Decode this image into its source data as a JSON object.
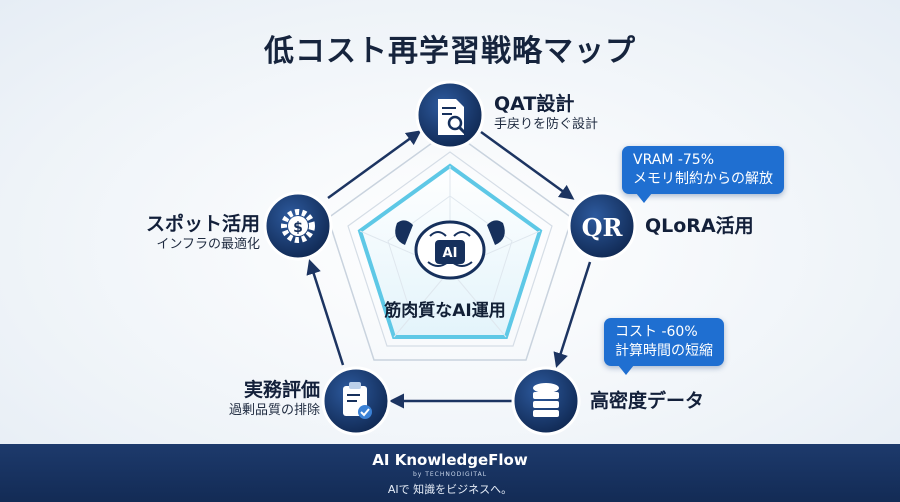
{
  "title": "低コスト再学習戦略マップ",
  "center": {
    "icon_text": "AI",
    "label": "筋肉質なAI運用"
  },
  "nodes": [
    {
      "id": "qat",
      "name": "QAT設計",
      "sub": "手戻りを防ぐ設計",
      "icon": "document-search-icon"
    },
    {
      "id": "qlora",
      "name": "QLoRA活用",
      "sub": "",
      "icon_text": "QR",
      "icon": "qr-letters-icon"
    },
    {
      "id": "data",
      "name": "高密度データ",
      "sub": "",
      "icon": "database-icon"
    },
    {
      "id": "eval",
      "name": "実務評価",
      "sub": "過剰品質の排除",
      "icon": "clipboard-check-icon"
    },
    {
      "id": "spot",
      "name": "スポット活用",
      "sub": "インフラの最適化",
      "icon": "dollar-gear-icon"
    }
  ],
  "callouts": [
    {
      "line1": "VRAM -75%",
      "line2": "メモリ制約からの解放"
    },
    {
      "line1": "コスト -60%",
      "line2": "計算時間の短縮"
    }
  ],
  "footer": {
    "brand": "AI KnowledgeFlow",
    "by": "by TECHNODIGITAL",
    "tagline": "AIで 知識をビジネスへ。"
  },
  "colors": {
    "navy": "#16305c",
    "accent": "#1f6fd1",
    "footer": "#1a3563",
    "cyan": "#5ec8e6"
  }
}
